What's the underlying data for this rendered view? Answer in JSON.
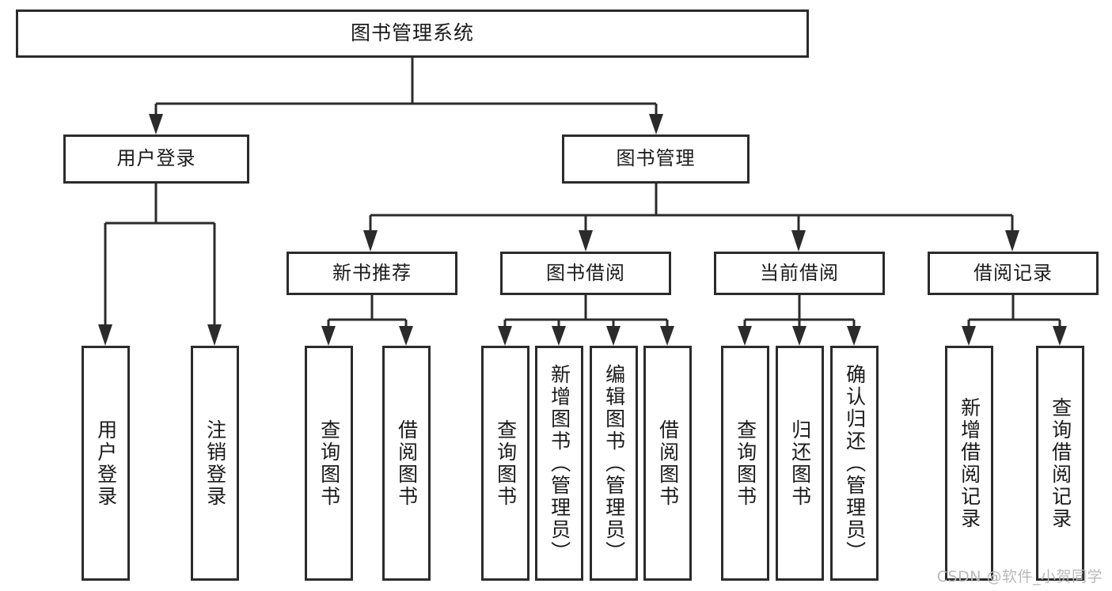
{
  "diagram": {
    "title": "图书管理系统",
    "type": "tree-hierarchy-chart",
    "watermark": "CSDN @软件_小贺同学",
    "colors": {
      "stroke": "#2b2b2b",
      "fill": "#ffffff",
      "text": "#1a1a1a",
      "watermark": "#b9b9b9"
    }
  },
  "nodes": {
    "root": {
      "label": "图书管理系统"
    },
    "level2": [
      {
        "id": "user-login",
        "label": "用户登录"
      },
      {
        "id": "book-manage",
        "label": "图书管理"
      }
    ],
    "level3": [
      {
        "id": "new-book-recommend",
        "label": "新书推荐"
      },
      {
        "id": "book-borrow",
        "label": "图书借阅"
      },
      {
        "id": "current-borrow",
        "label": "当前借阅"
      },
      {
        "id": "borrow-record",
        "label": "借阅记录"
      }
    ],
    "leaves": {
      "user_login": [
        {
          "id": "leaf-user-login",
          "label": "用户登录"
        },
        {
          "id": "leaf-logout-login",
          "label": "注销登录"
        }
      ],
      "new_book_recommend": [
        {
          "id": "leaf-query-book-1",
          "label": "查询图书"
        },
        {
          "id": "leaf-borrow-book-1",
          "label": "借阅图书"
        }
      ],
      "book_borrow": [
        {
          "id": "leaf-query-book-2",
          "label": "查询图书"
        },
        {
          "id": "leaf-add-book",
          "label": "新增图书（管理员）"
        },
        {
          "id": "leaf-edit-book",
          "label": "编辑图书（管理员）"
        },
        {
          "id": "leaf-borrow-book-2",
          "label": "借阅图书"
        }
      ],
      "current_borrow": [
        {
          "id": "leaf-query-book-3",
          "label": "查询图书"
        },
        {
          "id": "leaf-return-book",
          "label": "归还图书"
        },
        {
          "id": "leaf-confirm-return",
          "label": "确认归还（管理员）"
        }
      ],
      "borrow_record": [
        {
          "id": "leaf-add-borrow-record",
          "label": "新增借阅记录"
        },
        {
          "id": "leaf-query-borrow-record",
          "label": "查询借阅记录"
        }
      ]
    }
  }
}
